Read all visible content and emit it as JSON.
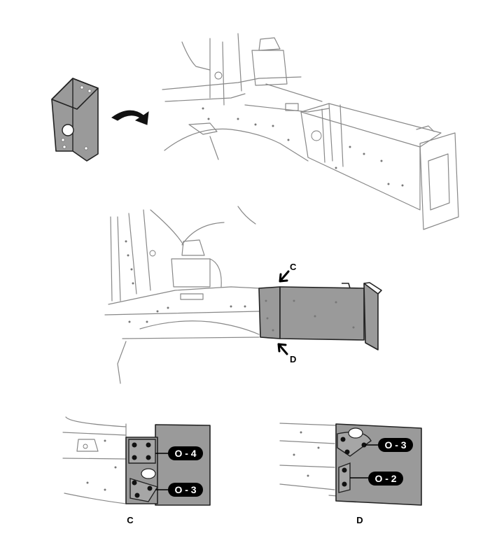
{
  "labels": {
    "view_c_arrow": "C",
    "view_d_arrow": "D",
    "caption_c": "C",
    "caption_d": "D"
  },
  "callouts": {
    "c_upper": "O - 4",
    "c_lower": "O - 3",
    "d_upper": "O - 3",
    "d_lower": "O - 2"
  },
  "colors": {
    "part_fill": "#9a9a9a",
    "line": "#888888",
    "callout_bg": "#000000"
  }
}
